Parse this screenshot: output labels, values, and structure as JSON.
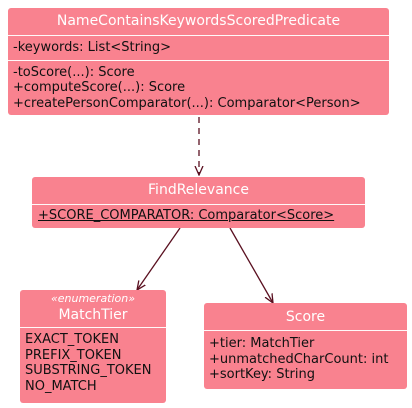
{
  "diagram": {
    "predicate_class": {
      "title": "NameContainsKeywordsScoredPredicate",
      "fields": [
        "-keywords: List<String>"
      ],
      "methods": [
        "-toScore(...): Score",
        "+computeScore(...): Score",
        "+createPersonComparator(...): Comparator<Person>"
      ]
    },
    "find_relevance_class": {
      "title": "FindRelevance",
      "fields": [
        "+SCORE_COMPARATOR: Comparator<Score>"
      ]
    },
    "match_tier_enum": {
      "stereotype": "«enumeration»",
      "title": "MatchTier",
      "values": [
        "EXACT_TOKEN",
        "PREFIX_TOKEN",
        "SUBSTRING_TOKEN",
        "NO_MATCH"
      ]
    },
    "score_class": {
      "title": "Score",
      "fields": [
        "+tier: MatchTier",
        "+unmatchedCharCount: int",
        "+sortKey: String"
      ]
    },
    "colors": {
      "box_fill": "#F9828F",
      "arrow": "#5A1020",
      "title_text": "#ffffff",
      "member_text": "#111111"
    }
  }
}
